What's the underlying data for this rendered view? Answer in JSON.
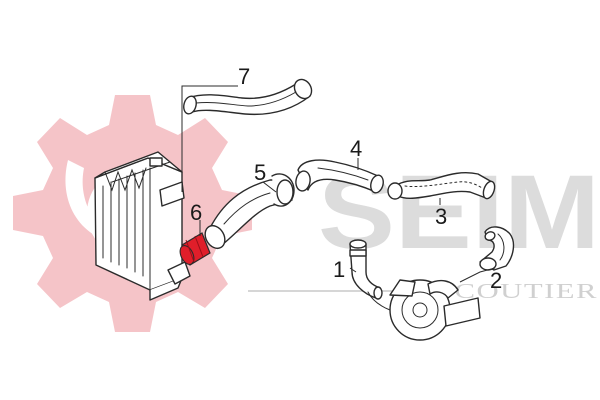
{
  "watermark": {
    "brand": "SEIM",
    "subtitle": "AN COUTIER",
    "gear_color": "#f5c4c8",
    "text_color": "#dcdcdc"
  },
  "callouts": [
    {
      "id": "part-1",
      "label": "1"
    },
    {
      "id": "part-2",
      "label": "2"
    },
    {
      "id": "part-3",
      "label": "3"
    },
    {
      "id": "part-4",
      "label": "4"
    },
    {
      "id": "part-5",
      "label": "5"
    },
    {
      "id": "part-6",
      "label": "6"
    },
    {
      "id": "part-7",
      "label": "7"
    }
  ],
  "highlight": {
    "part": "6",
    "color": "#e01e2a"
  }
}
